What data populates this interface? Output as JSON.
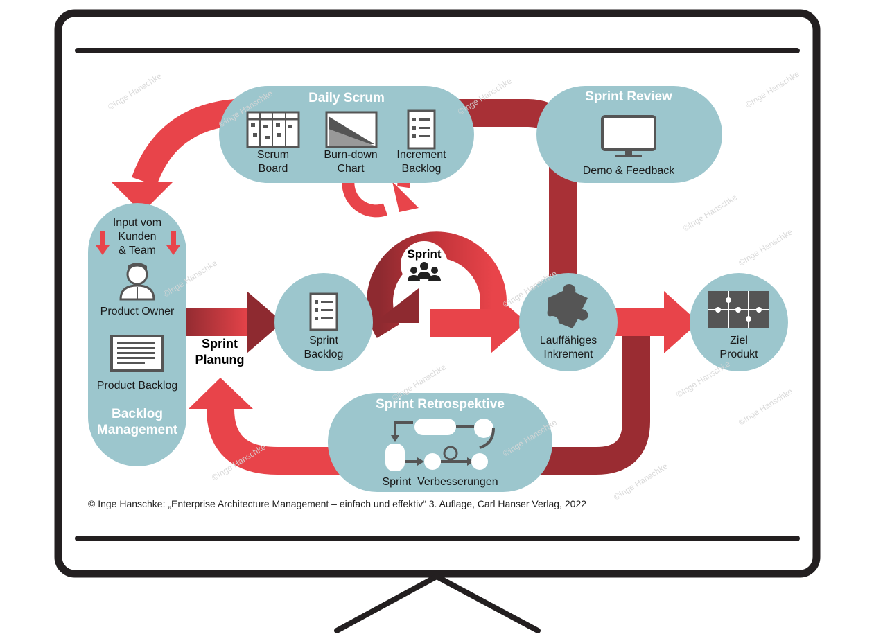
{
  "colors": {
    "bubble": "#9cc6cd",
    "red": "#e8444a",
    "dark_red": "#8e2a30",
    "frame": "#231f20",
    "icon_gray": "#555555"
  },
  "daily_scrum": {
    "title": "Daily Scrum",
    "scrum_board": "Scrum\nBoard",
    "burndown": "Burn-down\nChart",
    "increment_backlog": "Increment\nBacklog"
  },
  "sprint_review": {
    "title": "Sprint Review",
    "demo": "Demo & Feedback"
  },
  "backlog_management": {
    "input": "Input vom\nKunden\n& Team",
    "product_owner": "Product Owner",
    "product_backlog": "Product Backlog",
    "title": "Backlog\nManagement"
  },
  "sprint_planning": "Sprint\nPlanung",
  "sprint_backlog": "Sprint\nBacklog",
  "sprint": "Sprint",
  "increment": "Lauffähiges\nInkrement",
  "goal": "Ziel\nProdukt",
  "retrospective": {
    "title": "Sprint Retrospektive",
    "caption": "Sprint  Verbesserungen"
  },
  "footer": "© Inge Hanschke: „Enterprise Architecture Management – einfach und effektiv“ 3. Auflage, Carl Hanser Verlag, 2022",
  "watermark": "©Inge Hanschke",
  "icons": [
    "scrum-board-icon",
    "burndown-chart-icon",
    "increment-backlog-icon",
    "monitor-icon",
    "person-icon",
    "product-backlog-icon",
    "sprint-backlog-icon",
    "team-icon",
    "puzzle-piece-icon",
    "puzzle-icon",
    "retrospective-flow-icon"
  ]
}
